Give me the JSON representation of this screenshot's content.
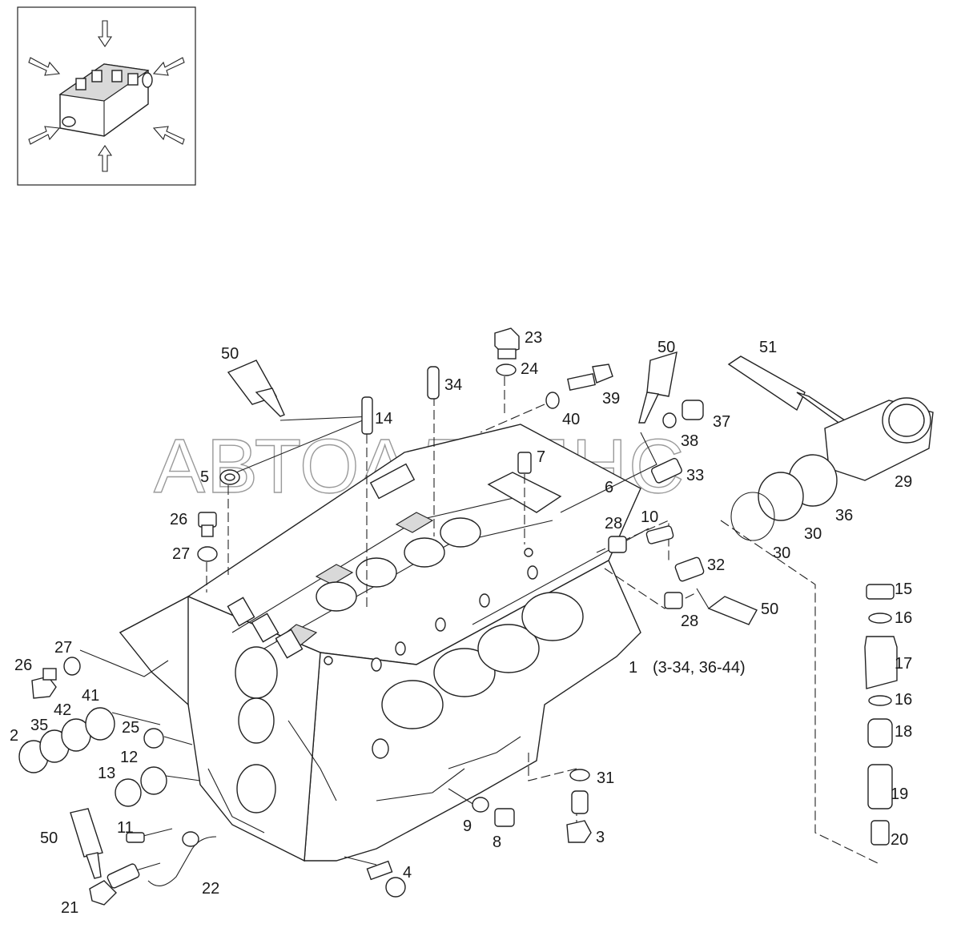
{
  "watermark": "АВТОАЛЬЯНС",
  "callouts": {
    "p1": "1",
    "p1_range": "(3-34, 36-44)",
    "p2": "2",
    "p3": "3",
    "p4": "4",
    "p5": "5",
    "p6": "6",
    "p7": "7",
    "p8": "8",
    "p9": "9",
    "p10": "10",
    "p11": "11",
    "p12": "12",
    "p13": "13",
    "p14": "14",
    "p15": "15",
    "p16a": "16",
    "p16b": "16",
    "p17": "17",
    "p18": "18",
    "p19": "19",
    "p20": "20",
    "p21": "21",
    "p22": "22",
    "p23": "23",
    "p24": "24",
    "p25": "25",
    "p26a": "26",
    "p26b": "26",
    "p27a": "27",
    "p27b": "27",
    "p28a": "28",
    "p28b": "28",
    "p29": "29",
    "p30a": "30",
    "p30b": "30",
    "p31": "31",
    "p32": "32",
    "p33": "33",
    "p34": "34",
    "p35": "35",
    "p36": "36",
    "p37": "37",
    "p38": "38",
    "p39": "39",
    "p40": "40",
    "p41": "41",
    "p42": "42",
    "p50a": "50",
    "p50b": "50",
    "p50c": "50",
    "p50d": "50",
    "p51": "51"
  },
  "icons": [
    "orientation-arrows-icon",
    "sealant-tube-icon",
    "cylinder-liner-icon",
    "engine-block-icon"
  ]
}
